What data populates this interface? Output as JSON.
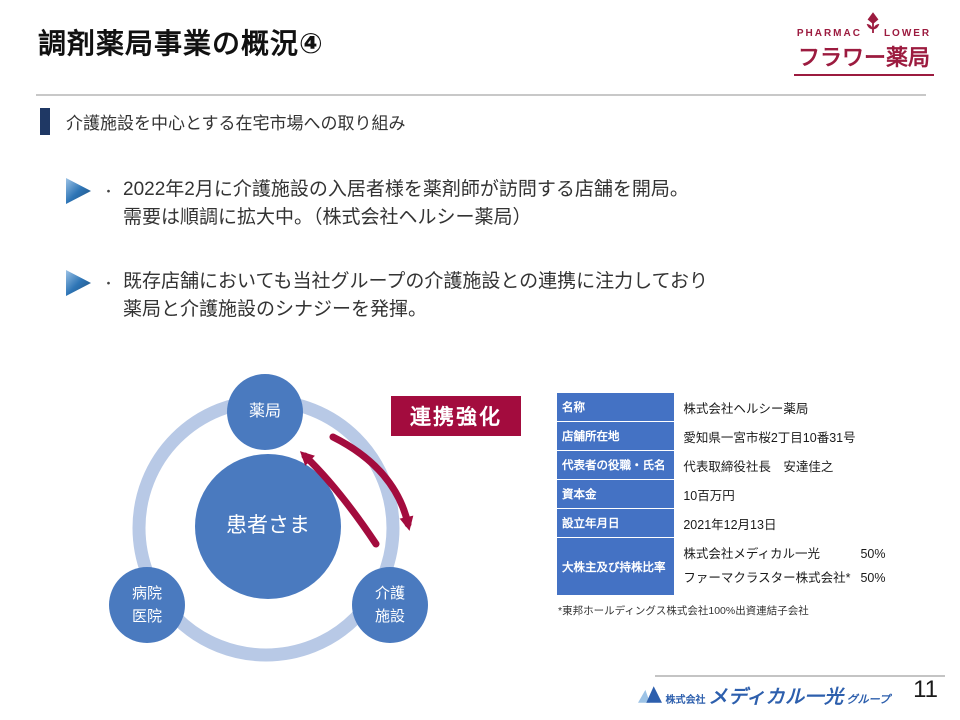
{
  "slide": {
    "title": "調剤薬局事業の概況④",
    "page_number": "11"
  },
  "flower_logo": {
    "pharmac": "PHARMAC",
    "lower": "LOWER",
    "name": "フラワー薬局"
  },
  "section": {
    "heading": "介護施設を中心とする在宅市場への取り組み"
  },
  "bullets": [
    {
      "marker": "・",
      "line1": "2022年2月に介護施設の入居者様を薬剤師が訪問する店舗を開局。",
      "line2": "需要は順調に拡大中。（株式会社ヘルシー薬局）"
    },
    {
      "marker": "・",
      "line1": "既存店舗においても当社グループの介護施設との連携に注力しており",
      "line2": "薬局と介護施設のシナジーを発揮。"
    }
  ],
  "diagram": {
    "center": "患者さま",
    "top": "薬局",
    "bottom_left_line1": "病院",
    "bottom_left_line2": "医院",
    "bottom_right_line1": "介護",
    "bottom_right_line2": "施設",
    "badge": "連携強化"
  },
  "table": {
    "rows": [
      {
        "label": "名称",
        "value": "株式会社ヘルシー薬局"
      },
      {
        "label": "店舗所在地",
        "value": "愛知県一宮市桜2丁目10番31号"
      },
      {
        "label": "代表者の役職・氏名",
        "value": "代表取締役社長　安達佳之"
      },
      {
        "label": "資本金",
        "value": "10百万円"
      },
      {
        "label": "設立年月日",
        "value": "2021年12月13日"
      }
    ],
    "shareholders": {
      "label": "大株主及び持株比率",
      "rows": [
        {
          "name": "株式会社メディカル一光",
          "pct": "50%"
        },
        {
          "name": "ファーマクラスター株式会社*",
          "pct": "50%"
        }
      ]
    },
    "footnote": "*東邦ホールディングス株式会社100%出資連結子会社"
  },
  "footer": {
    "company_prefix": "株式会社",
    "company_name": "メディカル一光",
    "company_suffix": "グループ"
  },
  "colors": {
    "accent_blue": "#4472c4",
    "circle_blue": "#4a7abf",
    "ring_blue": "#b8c9e6",
    "dark_navy": "#1f3864",
    "maroon": "#a30c3e",
    "logo_maroon": "#9c1b3f",
    "footer_blue": "#2d5fad"
  }
}
